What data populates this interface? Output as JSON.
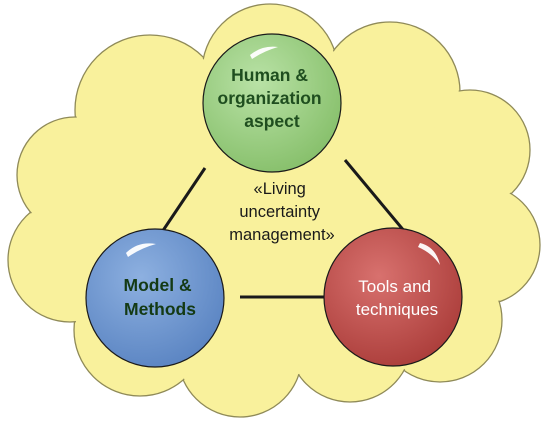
{
  "diagram": {
    "center_text": [
      "«Living",
      "uncertainty",
      "management»"
    ],
    "nodes": [
      {
        "id": "human",
        "lines": [
          "Human &",
          "organization",
          "aspect"
        ],
        "fill": "#9ccf83",
        "text_color": "#1f4e1f",
        "bold": true
      },
      {
        "id": "model",
        "lines": [
          "Model &",
          "Methods"
        ],
        "fill": "#6f97d0",
        "text_color": "#143a14",
        "bold": true
      },
      {
        "id": "tools",
        "lines": [
          "Tools and",
          "techniques"
        ],
        "fill": "#c0504d",
        "text_color": "#ffffff",
        "bold": false
      }
    ],
    "edges": [
      [
        "human",
        "model"
      ],
      [
        "human",
        "tools"
      ],
      [
        "model",
        "tools"
      ]
    ],
    "cloud_fill": "#f9f19c",
    "cloud_stroke": "#8f8a58",
    "edge_color": "#1a1a1a"
  }
}
